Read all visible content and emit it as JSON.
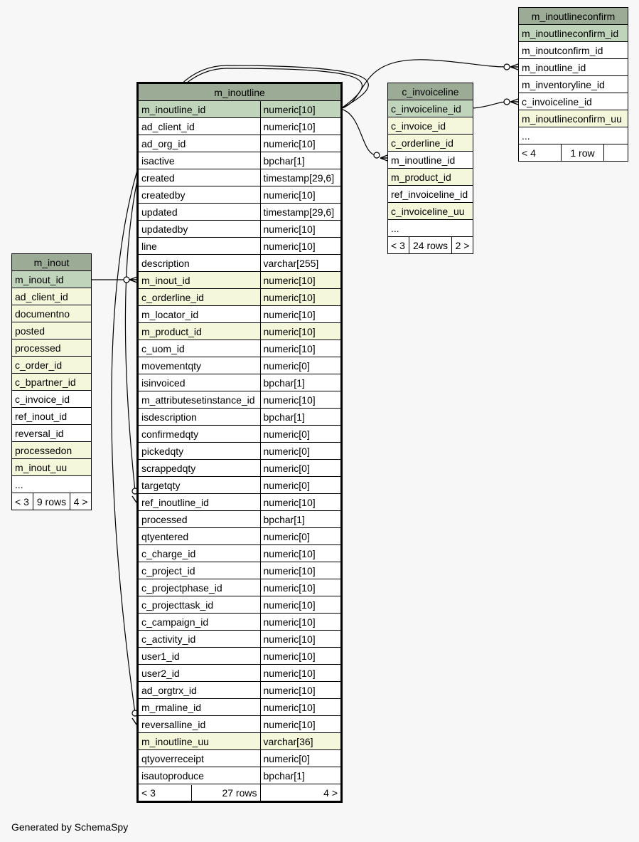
{
  "tables": {
    "m_inoutline": {
      "name": "m_inoutline",
      "rows": [
        {
          "col": "m_inoutline_id",
          "type": "numeric[10]",
          "kind": "pk"
        },
        {
          "col": "ad_client_id",
          "type": "numeric[10]",
          "kind": ""
        },
        {
          "col": "ad_org_id",
          "type": "numeric[10]",
          "kind": ""
        },
        {
          "col": "isactive",
          "type": "bpchar[1]",
          "kind": ""
        },
        {
          "col": "created",
          "type": "timestamp[29,6]",
          "kind": ""
        },
        {
          "col": "createdby",
          "type": "numeric[10]",
          "kind": ""
        },
        {
          "col": "updated",
          "type": "timestamp[29,6]",
          "kind": ""
        },
        {
          "col": "updatedby",
          "type": "numeric[10]",
          "kind": ""
        },
        {
          "col": "line",
          "type": "numeric[10]",
          "kind": ""
        },
        {
          "col": "description",
          "type": "varchar[255]",
          "kind": ""
        },
        {
          "col": "m_inout_id",
          "type": "numeric[10]",
          "kind": "idx"
        },
        {
          "col": "c_orderline_id",
          "type": "numeric[10]",
          "kind": "idx"
        },
        {
          "col": "m_locator_id",
          "type": "numeric[10]",
          "kind": ""
        },
        {
          "col": "m_product_id",
          "type": "numeric[10]",
          "kind": "idx"
        },
        {
          "col": "c_uom_id",
          "type": "numeric[10]",
          "kind": ""
        },
        {
          "col": "movementqty",
          "type": "numeric[0]",
          "kind": ""
        },
        {
          "col": "isinvoiced",
          "type": "bpchar[1]",
          "kind": ""
        },
        {
          "col": "m_attributesetinstance_id",
          "type": "numeric[10]",
          "kind": ""
        },
        {
          "col": "isdescription",
          "type": "bpchar[1]",
          "kind": ""
        },
        {
          "col": "confirmedqty",
          "type": "numeric[0]",
          "kind": ""
        },
        {
          "col": "pickedqty",
          "type": "numeric[0]",
          "kind": ""
        },
        {
          "col": "scrappedqty",
          "type": "numeric[0]",
          "kind": ""
        },
        {
          "col": "targetqty",
          "type": "numeric[0]",
          "kind": ""
        },
        {
          "col": "ref_inoutline_id",
          "type": "numeric[10]",
          "kind": ""
        },
        {
          "col": "processed",
          "type": "bpchar[1]",
          "kind": ""
        },
        {
          "col": "qtyentered",
          "type": "numeric[0]",
          "kind": ""
        },
        {
          "col": "c_charge_id",
          "type": "numeric[10]",
          "kind": ""
        },
        {
          "col": "c_project_id",
          "type": "numeric[10]",
          "kind": ""
        },
        {
          "col": "c_projectphase_id",
          "type": "numeric[10]",
          "kind": ""
        },
        {
          "col": "c_projecttask_id",
          "type": "numeric[10]",
          "kind": ""
        },
        {
          "col": "c_campaign_id",
          "type": "numeric[10]",
          "kind": ""
        },
        {
          "col": "c_activity_id",
          "type": "numeric[10]",
          "kind": ""
        },
        {
          "col": "user1_id",
          "type": "numeric[10]",
          "kind": ""
        },
        {
          "col": "user2_id",
          "type": "numeric[10]",
          "kind": ""
        },
        {
          "col": "ad_orgtrx_id",
          "type": "numeric[10]",
          "kind": ""
        },
        {
          "col": "m_rmaline_id",
          "type": "numeric[10]",
          "kind": ""
        },
        {
          "col": "reversalline_id",
          "type": "numeric[10]",
          "kind": ""
        },
        {
          "col": "m_inoutline_uu",
          "type": "varchar[36]",
          "kind": "idx"
        },
        {
          "col": "qtyoverreceipt",
          "type": "numeric[0]",
          "kind": ""
        },
        {
          "col": "isautoproduce",
          "type": "bpchar[1]",
          "kind": ""
        }
      ],
      "footer": {
        "left": "< 3",
        "mid": "27 rows",
        "right": "4 >"
      }
    },
    "m_inout": {
      "name": "m_inout",
      "rows": [
        {
          "col": "m_inout_id",
          "kind": "pk"
        },
        {
          "col": "ad_client_id",
          "kind": "idx"
        },
        {
          "col": "documentno",
          "kind": "idx"
        },
        {
          "col": "posted",
          "kind": "idx"
        },
        {
          "col": "processed",
          "kind": "idx"
        },
        {
          "col": "c_order_id",
          "kind": "idx"
        },
        {
          "col": "c_bpartner_id",
          "kind": "idx"
        },
        {
          "col": "c_invoice_id",
          "kind": ""
        },
        {
          "col": "ref_inout_id",
          "kind": ""
        },
        {
          "col": "reversal_id",
          "kind": ""
        },
        {
          "col": "processedon",
          "kind": "idx"
        },
        {
          "col": "m_inout_uu",
          "kind": "idx"
        },
        {
          "col": "...",
          "kind": ""
        }
      ],
      "footer": {
        "left": "< 3",
        "mid": "9 rows",
        "right": "4 >"
      }
    },
    "c_invoiceline": {
      "name": "c_invoiceline",
      "rows": [
        {
          "col": "c_invoiceline_id",
          "kind": "pk"
        },
        {
          "col": "c_invoice_id",
          "kind": "idx"
        },
        {
          "col": "c_orderline_id",
          "kind": "idx"
        },
        {
          "col": "m_inoutline_id",
          "kind": ""
        },
        {
          "col": "m_product_id",
          "kind": "idx"
        },
        {
          "col": "ref_invoiceline_id",
          "kind": ""
        },
        {
          "col": "c_invoiceline_uu",
          "kind": "idx"
        },
        {
          "col": "...",
          "kind": ""
        }
      ],
      "footer": {
        "left": "< 3",
        "mid": "24 rows",
        "right": "2 >"
      }
    },
    "m_inoutlineconfirm": {
      "name": "m_inoutlineconfirm",
      "rows": [
        {
          "col": "m_inoutlineconfirm_id",
          "kind": "pk"
        },
        {
          "col": "m_inoutconfirm_id",
          "kind": ""
        },
        {
          "col": "m_inoutline_id",
          "kind": ""
        },
        {
          "col": "m_inventoryline_id",
          "kind": ""
        },
        {
          "col": "c_invoiceline_id",
          "kind": ""
        },
        {
          "col": "m_inoutlineconfirm_uu",
          "kind": "idx"
        },
        {
          "col": "...",
          "kind": ""
        }
      ],
      "footer": {
        "left": "< 4",
        "mid": "1 row",
        "right": ""
      }
    }
  },
  "generated_by": "Generated by SchemaSpy",
  "colors": {
    "header": "#9bab96",
    "primary_key": "#bfd4bb",
    "indexed": "#f4f7da",
    "background": "#f7f7f7"
  }
}
